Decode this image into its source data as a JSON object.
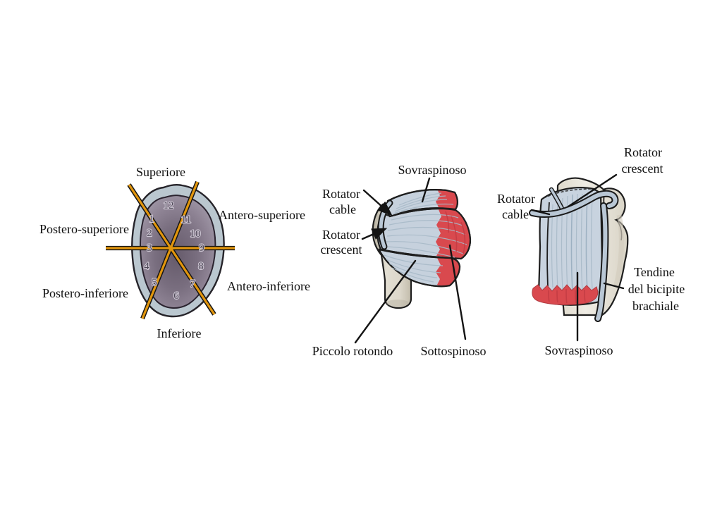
{
  "figure_title": "Glenoid clock face and rotator cuff cable-crescent anatomy",
  "colors": {
    "background": "#ffffff",
    "clock_line_orange": "#e2960d",
    "labrum_blue_gray": "#bac7cf",
    "glenoid_fossa_purple": "#8b7f90",
    "tendon_blue_gray": "#c6d1dd",
    "muscle_red": "#d9494e",
    "bone_beige": "#ded9cc",
    "outline_black": "#1e1e1e"
  },
  "clock_panel": {
    "labels": {
      "superiore": "Superiore",
      "antero_superiore": "Antero-superiore",
      "postero_superiore": "Postero-superiore",
      "antero_inferiore": "Antero-inferiore",
      "postero_inferiore": "Postero-inferiore",
      "inferiore": "Inferiore"
    },
    "numbers": [
      "12",
      "11",
      "10",
      "9",
      "8",
      "7",
      "6",
      "5",
      "4",
      "3",
      "2",
      "1"
    ]
  },
  "lateral_panel": {
    "labels": {
      "sovraspinoso": "Sovraspinoso",
      "rotator_cable": [
        "Rotator",
        "cable"
      ],
      "rotator_crescent": [
        "Rotator",
        "crescent"
      ],
      "piccolo_rotondo": "Piccolo rotondo",
      "sottospinoso": "Sottospinoso"
    }
  },
  "superior_panel": {
    "labels": {
      "rotator_crescent": [
        "Rotator",
        "crescent"
      ],
      "rotator_cable": [
        "Rotator",
        "cable"
      ],
      "tendine_bicipite": [
        "Tendine",
        "del bicipite",
        "brachiale"
      ],
      "sovraspinoso": "Sovraspinoso"
    }
  }
}
